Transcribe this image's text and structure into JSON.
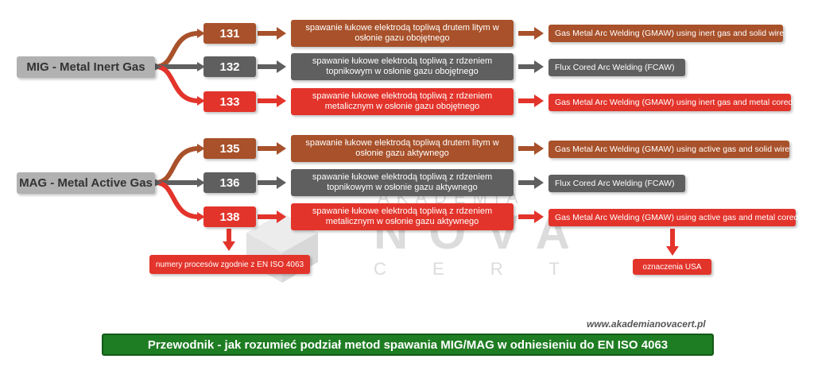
{
  "groups": [
    {
      "label": "MIG - Metal Inert Gas",
      "processes": [
        {
          "number": "131",
          "description": "spawanie łukowe elektrodą topliwą drutem litym w osłonie gazu obojętnego",
          "english": "Gas Metal Arc Welding (GMAW) using inert gas and solid wire",
          "color": "#a8512a"
        },
        {
          "number": "132",
          "description": "spawanie łukowe elektrodą topliwą z rdzeniem topnikowym w osłonie gazu obojętnego",
          "english": "Flux Cored Arc Welding (FCAW)",
          "color": "#5f5f5f"
        },
        {
          "number": "133",
          "description": "spawanie łukowe elektrodą topliwą z rdzeniem metalicznym w osłonie gazu obojętnego",
          "english": "Gas Metal Arc Welding (GMAW) using inert gas and metal cored wire",
          "color": "#e3342b"
        }
      ]
    },
    {
      "label": "MAG - Metal Active Gas",
      "processes": [
        {
          "number": "135",
          "description": "spawanie łukowe elektrodą topliwą drutem litym w osłonie gazu aktywnego",
          "english": "Gas Metal Arc Welding (GMAW) using active gas and solid wire",
          "color": "#a8512a"
        },
        {
          "number": "136",
          "description": "spawanie łukowe elektrodą topliwą z rdzeniem topnikowym w osłonie gazu aktywnego",
          "english": "Flux Cored Arc Welding (FCAW)",
          "color": "#5f5f5f"
        },
        {
          "number": "138",
          "description": "spawanie łukowe elektrodą topliwą z rdzeniem metalicznym w osłonie gazu aktywnego",
          "english": "Gas Metal Arc Welding (GMAW) using active gas and metal cored wire",
          "color": "#e3342b"
        }
      ]
    }
  ],
  "notes": {
    "iso_numbers": "numery procesów zgodnie z EN ISO 4063",
    "usa_designations": "oznaczenia USA"
  },
  "watermark": {
    "line1": "AKADEMIA",
    "line2": "NOVA",
    "line3": "C E R T"
  },
  "website": "www.akademianovacert.pl",
  "title": "Przewodnik - jak rozumieć podział metod spawania MIG/MAG w odniesieniu do EN ISO 4063"
}
